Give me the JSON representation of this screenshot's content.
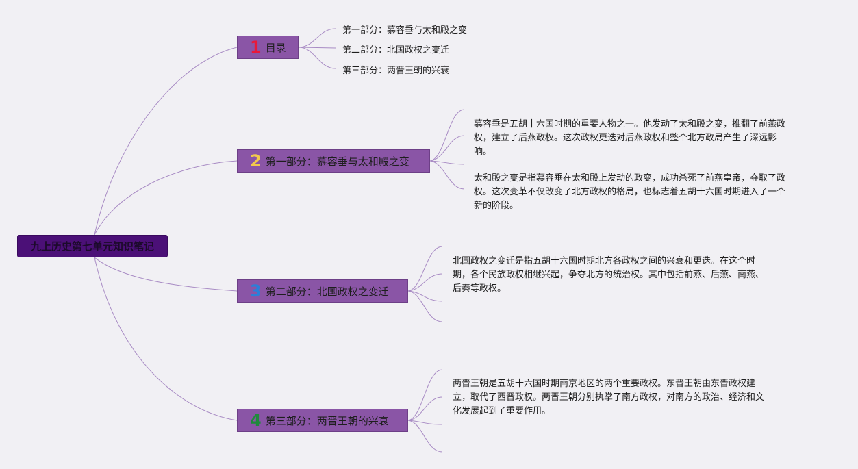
{
  "root": {
    "title": "九上历史第七单元知识笔记"
  },
  "branches": [
    {
      "number": "1",
      "number_color": "#e8193a",
      "label": "目录",
      "leaves": [
        "第一部分：慕容垂与太和殿之变",
        "第二部分：北国政权之变迁",
        "第三部分：两晋王朝的兴衰"
      ]
    },
    {
      "number": "2",
      "number_color": "#f2c94c",
      "label": "第一部分：慕容垂与太和殿之变",
      "notes": [
        [
          "慕容垂是五胡十六国时期的重要人物之一。他发动了太和殿之变，推翻了前燕政",
          "权，建立了后燕政权。这次政权更迭对后燕政权和整个北方政局产生了深远影",
          "响。"
        ],
        [
          "太和殿之变是指慕容垂在太和殿上发动的政变，成功杀死了前燕皇帝，夺取了政",
          "权。这次变革不仅改变了北方政权的格局，也标志着五胡十六国时期进入了一个",
          "新的阶段。"
        ]
      ]
    },
    {
      "number": "3",
      "number_color": "#2b7fd8",
      "label": "第二部分：北国政权之变迁",
      "notes": [
        [
          "北国政权之变迁是指五胡十六国时期北方各政权之间的兴衰和更迭。在这个时",
          "期，各个民族政权相继兴起，争夺北方的统治权。其中包括前燕、后燕、南燕、",
          "后秦等政权。"
        ]
      ]
    },
    {
      "number": "4",
      "number_color": "#1f8a3c",
      "label": "第三部分：两晋王朝的兴衰",
      "notes": [
        [
          "两晋王朝是五胡十六国时期南京地区的两个重要政权。东晋王朝由东晋政权建",
          "立，取代了西晋政权。两晋王朝分别执掌了南方政权，对南方的政治、经济和文",
          "化发展起到了重要作用。"
        ]
      ]
    }
  ],
  "colors": {
    "link": "#a88bc4",
    "root_fill": "#4b1077",
    "branch_fill": "#8a55a6",
    "background": "#f1f0f4"
  }
}
